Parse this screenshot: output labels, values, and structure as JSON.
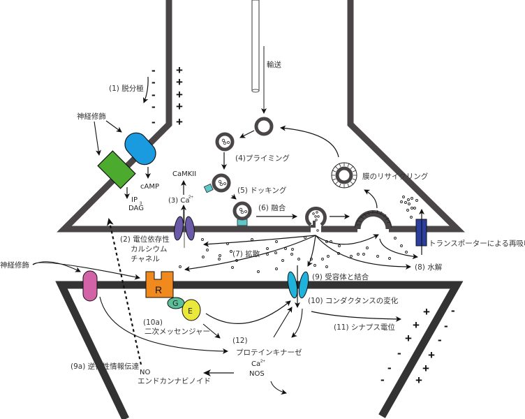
{
  "labels": {
    "transport": "輸送",
    "depolarization": "(1) 脱分極",
    "neuromodulator_pre": "神経修飾",
    "camp": "cAMP",
    "ip3": "IP",
    "ip3_sub": "3",
    "dag": "DAG",
    "camkii": "CaMKII",
    "ca_step": "(3) Ca",
    "ca_sup": "2+",
    "priming": "(4)プライミング",
    "docking": "(5) ドッキング",
    "fusion": "(6) 融合",
    "membrane_recycling": "膜のリサイクリング",
    "vgcc_line1": "(2) 電位依存性",
    "vgcc_line2": "カルシウム",
    "vgcc_line3": "チャネル",
    "diffusion": "(7) 拡散",
    "transporter_reuptake": "トランスポーターによる再吸収",
    "hydrolysis": "(8) 水解",
    "receptor_binding": "(9) 受容体と結合",
    "conductance_change": "(10) コンダクタンスの変化",
    "synaptic_potential": "(11)  シナプス電位",
    "second_messenger_num": "(10a)",
    "second_messenger": "二次メッセンジャー",
    "protein_kinase_num": "(12)",
    "protein_kinase": "プロテインキナーゼ",
    "ca_post": "Ca",
    "ca_post_sup": "2+",
    "nos": "NOS",
    "retrograde": "(9a) 逆行性情報伝達",
    "no": "NO",
    "endocannabinoid": "エンドカンナビノイド",
    "neuromodulator_post": "神経修飾",
    "receptor_r": "R",
    "g_protein": "G",
    "effector": "E"
  },
  "signs": {
    "pre_inside": "-",
    "pre_outside": "+",
    "post_inside": "+",
    "post_outside": "-"
  },
  "colors": {
    "membrane": "#4a4648",
    "neuromod_receptor_blue": "#1a9be0",
    "neuromod_receptor_green": "#4caa2e",
    "vgcc_purple": "#6a5aa8",
    "docking_teal": "#5ec7cc",
    "receptor_orange": "#f0891e",
    "g_protein_green": "#5bc09a",
    "effector_yellow": "#eae83a",
    "ionotropic_cyan": "#1fb3dc",
    "transporter_blue": "#2a3fa0",
    "post_channel_pink": "#d263a7"
  }
}
